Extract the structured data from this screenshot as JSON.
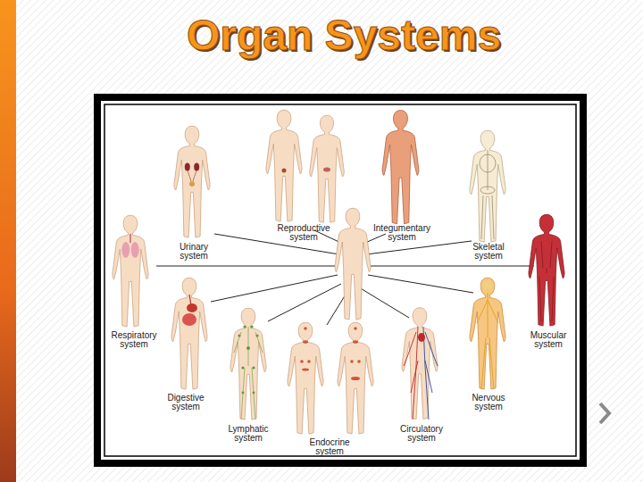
{
  "diagram": {
    "title": "Organ Systems",
    "labels": [
      "Reproductive system",
      "Integumentary system",
      "Urinary system",
      "Skeletal system",
      "Respiratory system",
      "Muscular system",
      "Digestive system",
      "Nervous system",
      "Lymphatic system",
      "Circulatory system",
      "Endocrine system"
    ]
  }
}
